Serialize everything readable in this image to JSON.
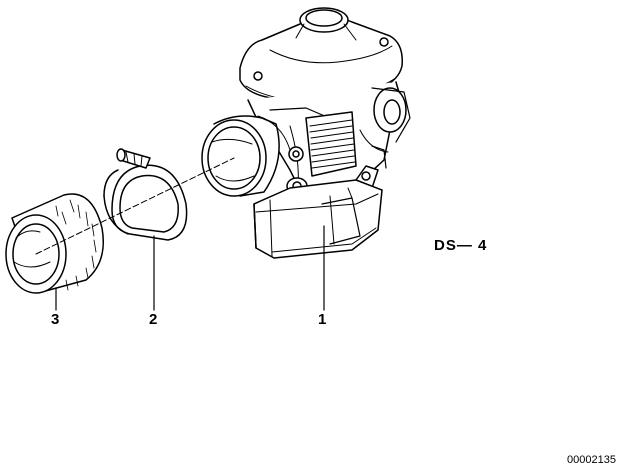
{
  "callouts": {
    "part_1": "1",
    "part_2": "2",
    "part_3": "3"
  },
  "model_code": "DS— 4",
  "catalog_number": "00002135",
  "colors": {
    "ink": "#000000",
    "paper": "#ffffff",
    "shade": "#bdbdbd"
  }
}
